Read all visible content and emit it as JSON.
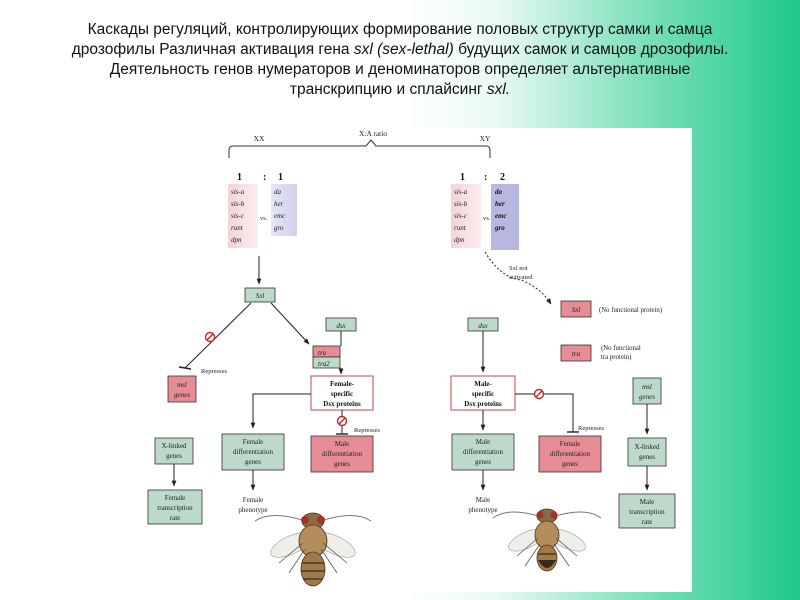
{
  "title": {
    "part1": "Каскады регуляций, контролирующих формирование половых структур самки и самца  дрозофилы Различная активация гена ",
    "part2_italic": "sxl (sex-lethal)",
    "part3": " будущих самок и самцов дрозофилы. Деятельность генов нумераторов и деноминаторов определяет альтернативные транскрипцию и сплайсинг ",
    "part4_italic": "sxl."
  },
  "diagram": {
    "xa_ratio": "X:A ratio",
    "xx": "XX",
    "xy": "XY",
    "female": {
      "ratio_num": "1",
      "ratio_colon": ":",
      "ratio_den": "1",
      "numerators": [
        "sis-a",
        "sis-b",
        "sis-c",
        "runt",
        "dpn"
      ],
      "vs": "vs.",
      "denominators": [
        "da",
        "her",
        "emc",
        "gro"
      ],
      "sxl": "Sxl",
      "dsx": "dsx",
      "tra": "tra",
      "tra2": "tra2",
      "represses_msl": "Represses",
      "msl_1": "msl",
      "msl_2": "genes",
      "dsx_protein_1": "Female-",
      "dsx_protein_2": "specific",
      "dsx_protein_3": "Dsx proteins",
      "represses_male": "Represses",
      "xlinked_1": "X-linked",
      "xlinked_2": "genes",
      "diff_1": "Female",
      "diff_2": "differentiation",
      "diff_3": "genes",
      "male_diff_1": "Male",
      "male_diff_2": "differentiation",
      "male_diff_3": "genes",
      "rate_1": "Female",
      "rate_2": "transcription",
      "rate_3": "rate",
      "phenotype_1": "Female",
      "phenotype_2": "phenotype"
    },
    "male": {
      "ratio_num": "1",
      "ratio_colon": ":",
      "ratio_den": "2",
      "numerators": [
        "sis-a",
        "sis-b",
        "sis-c",
        "runt",
        "dpn"
      ],
      "vs": "vs.",
      "denominators": [
        "da",
        "her",
        "emc",
        "gro"
      ],
      "sxl_not_1": "Sxl not",
      "sxl_not_2": "activated",
      "sxl": "Sxl",
      "sxl_note": "(No functional protein)",
      "tra": "tra",
      "tra_note_1": "(No functional",
      "tra_note_2": "tra protein)",
      "dsx": "dsx",
      "dsx_protein_1": "Male-",
      "dsx_protein_2": "specific",
      "dsx_protein_3": "Dsx proteins",
      "represses": "Represses",
      "diff_1": "Male",
      "diff_2": "differentiation",
      "diff_3": "genes",
      "female_diff_1": "Female",
      "female_diff_2": "differentiation",
      "female_diff_3": "genes",
      "msl_1": "msl",
      "msl_2": "genes",
      "xlinked_1": "X-linked",
      "xlinked_2": "genes",
      "rate_1": "Male",
      "rate_2": "transcription",
      "rate_3": "rate",
      "phenotype_1": "Male",
      "phenotype_2": "phenotype"
    }
  },
  "colors": {
    "pink_box": "#f2c6c9",
    "red_box": "#e58c94",
    "green_box": "#bcd9c9",
    "lavender": "#d9d9f0",
    "inhibit": "#cc2222"
  }
}
